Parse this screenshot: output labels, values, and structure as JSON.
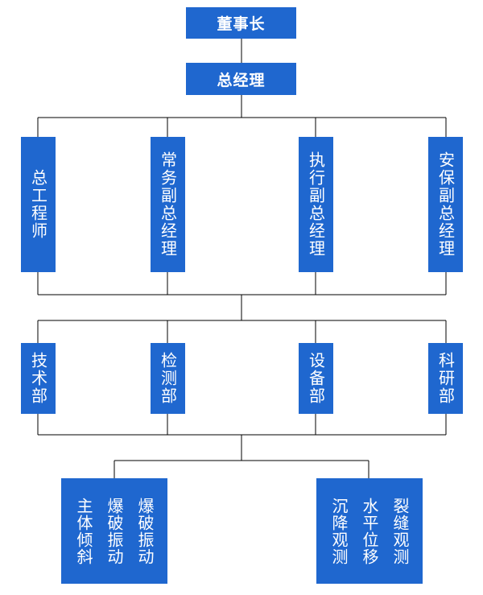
{
  "org": {
    "chairman": "董事长",
    "gm": "总经理",
    "vps": [
      "总工程师",
      "常务副总经理",
      "执行副总经理",
      "安保副总经理"
    ],
    "depts": [
      "技术部",
      "检测部",
      "设备部",
      "科研部"
    ],
    "tasks_left": [
      "爆破振动",
      "爆破振动",
      "主体倾斜"
    ],
    "tasks_right": [
      "裂缝观测",
      "水平位移",
      "沉降观测"
    ]
  },
  "colors": {
    "box": "#1f67cf",
    "line": "#000000"
  }
}
